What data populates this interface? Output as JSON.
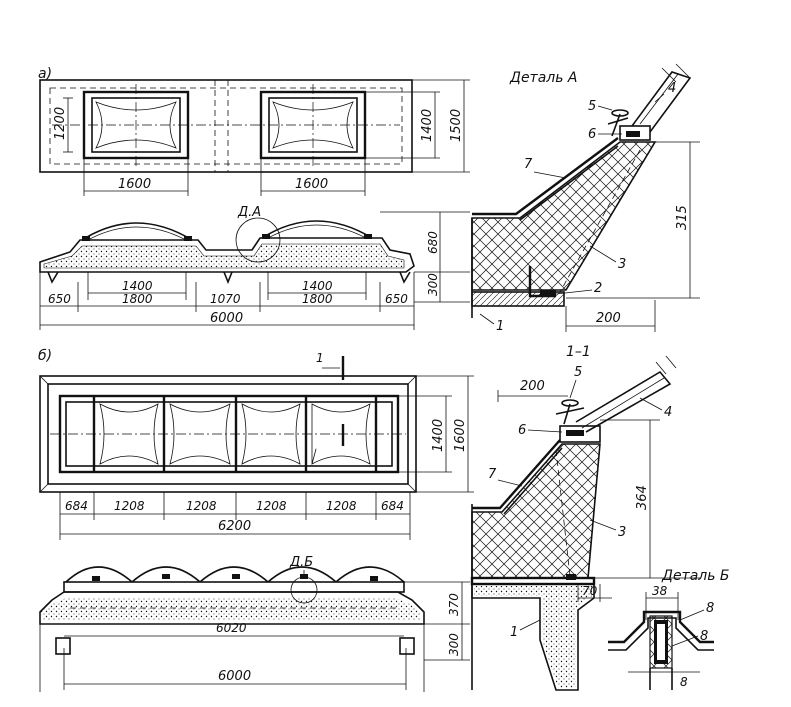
{
  "views": {
    "a": {
      "label": "а)",
      "detail_label": "Д.А",
      "detail_title": "Деталь А"
    },
    "b": {
      "label": "б)",
      "detail_label": "Д.Б",
      "detail_title": "Деталь Б",
      "section_label": "1–1",
      "cut_mark": "1"
    }
  },
  "dims_a": {
    "h1200": "1200",
    "w1600_left": "1600",
    "w1600_right": "1600",
    "h1400": "1400",
    "h1500": "1500",
    "h680": "680",
    "h300": "300",
    "w1400_left": "1400",
    "w1400_right": "1400",
    "w650_left": "650",
    "w1800_left": "1800",
    "w1070": "1070",
    "w1800_right": "1800",
    "w650_right": "650",
    "w6000": "6000"
  },
  "dims_b": {
    "w684_left": "684",
    "w1208_1": "1208",
    "w1208_2": "1208",
    "w1208_3": "1208",
    "w1208_4": "1208",
    "w684_right": "684",
    "w6200": "6200",
    "h1400": "1400",
    "h1600": "1600",
    "h370": "370",
    "h300": "300",
    "w6020": "6020",
    "w6000": "6000"
  },
  "detail_a": {
    "c1": "1",
    "c2": "2",
    "c3": "3",
    "c4": "4",
    "c5": "5",
    "c6": "6",
    "c7": "7",
    "h315": "315",
    "w200": "200"
  },
  "detail_b_section": {
    "c1": "1",
    "c3": "3",
    "c4": "4",
    "c5": "5",
    "c6": "6",
    "c7": "7",
    "w200": "200",
    "h364": "364",
    "w70": "70"
  },
  "detail_b_small": {
    "c8": "8",
    "w38": "38",
    "w8": "8"
  }
}
